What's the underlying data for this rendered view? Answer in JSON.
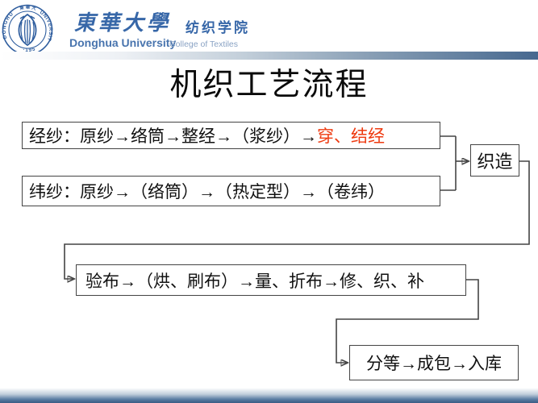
{
  "header": {
    "logo": {
      "arc_top": "東華大學",
      "arc_left": "DONGHUA",
      "arc_right": "UNIVERSITY",
      "arc_bottom": "·1951·"
    },
    "university_cn": "東華大學",
    "college_cn": "纺织学院",
    "university_en": "Donghua University",
    "college_en": "College of Textiles"
  },
  "title": "机织工艺流程",
  "flowchart": {
    "warp": {
      "prefix": "经纱：原纱→络筒→整经→（浆纱）→",
      "highlight": "穿、结经"
    },
    "weft": "纬纱：原纱→（络筒）→（热定型）→（卷纬）",
    "weaving": "织造",
    "inspection": "验布→（烘、刷布）→量、折布→修、织、补",
    "grading": "分等→成包→入库"
  },
  "colors": {
    "highlight_red": "#ee3a10",
    "logo_blue": "#2e5d9e",
    "bar_blue": "#46688f"
  }
}
